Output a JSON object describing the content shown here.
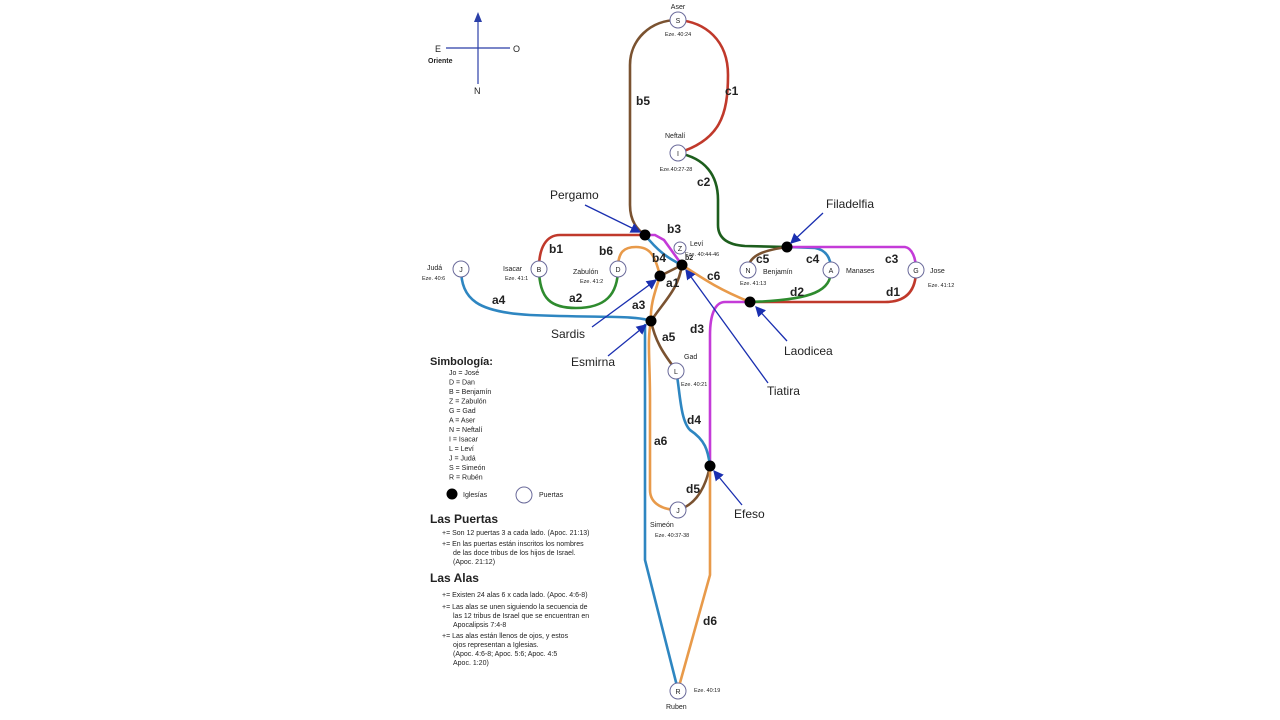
{
  "compass": {
    "east": "E",
    "west": "O",
    "north": "N",
    "sub_label": "Oriente"
  },
  "gates": [
    {
      "id": "S",
      "name": "Aser",
      "ref": "Eze. 40:24"
    },
    {
      "id": "I",
      "name": "Neftalí",
      "ref": "Eze.40:27-28"
    },
    {
      "id": "Z",
      "name": "Leví",
      "ref": "Eze. 40:44-46"
    },
    {
      "id": "D",
      "name": "Zabulón",
      "ref": "Eze. 41:2"
    },
    {
      "id": "B",
      "name": "Isacar",
      "ref": "Eze. 41:1"
    },
    {
      "id": "J",
      "name": "Judá",
      "ref": "Eze. 40:6"
    },
    {
      "id": "N",
      "name": "Benjamín",
      "ref": "Eze. 41:13"
    },
    {
      "id": "A",
      "name": "Manases",
      "ref": ""
    },
    {
      "id": "G",
      "name": "Jose",
      "ref": "Eze. 41:12"
    },
    {
      "id": "L",
      "name": "Gad",
      "ref": "Eze. 40:21"
    },
    {
      "id": "J",
      "name": "Simeón",
      "ref": "Eze. 40:37-38"
    },
    {
      "id": "R",
      "name": "Ruben",
      "ref": "Eze. 40:19"
    }
  ],
  "segments": [
    {
      "label": "c1",
      "color": "#c0392b"
    },
    {
      "label": "b5",
      "color": "#7a5230"
    },
    {
      "label": "c2",
      "color": "#1d5e1d"
    },
    {
      "label": "b3",
      "color": "#c43bd8"
    },
    {
      "label": "b1",
      "color": "#c0392b"
    },
    {
      "label": "b6",
      "color": "#e89a4a"
    },
    {
      "label": "b4",
      "color": "#e89a4a"
    },
    {
      "label": "b2",
      "color": "#2e86c1"
    },
    {
      "label": "c6",
      "color": "#7a5230"
    },
    {
      "label": "a1",
      "color": "#7a5230"
    },
    {
      "label": "a2",
      "color": "#2e8b2e"
    },
    {
      "label": "a3",
      "color": "#e89a4a"
    },
    {
      "label": "a4",
      "color": "#2e86c1"
    },
    {
      "label": "a5",
      "color": "#7a5230"
    },
    {
      "label": "a6",
      "color": "#e89a4a"
    },
    {
      "label": "c5",
      "color": "#7a5230"
    },
    {
      "label": "c4",
      "color": "#2e86c1"
    },
    {
      "label": "c3",
      "color": "#c43bd8"
    },
    {
      "label": "d1",
      "color": "#c0392b"
    },
    {
      "label": "d2",
      "color": "#2e8b2e"
    },
    {
      "label": "d3",
      "color": "#c43bd8"
    },
    {
      "label": "d4",
      "color": "#2e86c1"
    },
    {
      "label": "d5",
      "color": "#7a5230"
    },
    {
      "label": "d6",
      "color": "#e89a4a"
    }
  ],
  "churches": [
    "Pergamo",
    "Filadelfia",
    "Sardis",
    "Esmirna",
    "Laodicea",
    "Tiatira",
    "Efeso"
  ],
  "arrow_color": "#1a2fb0",
  "legend": {
    "title": "Simbología:",
    "items": [
      "Jo = José",
      "D = Dan",
      "B = Benjamín",
      "Z = Zabulón",
      "G = Gad",
      "A = Aser",
      "N = Neftalí",
      "I = Isacar",
      "L = Leví",
      "J = Judá",
      "S = Simeón",
      "R = Rubén"
    ],
    "church_key": "Iglesías",
    "gate_key": "Puertas"
  },
  "puertas": {
    "title": "Las Puertas",
    "bullets": [
      "+= Son 12 puertas 3 a cada lado. (Apoc. 21:13)",
      "+= En las puertas están inscritos los nombres",
      "de las doce tribus de los hijos de Israel.",
      "(Apoc. 21:12)"
    ]
  },
  "alas": {
    "title": "Las Alas",
    "bullets": [
      "+= Existen 24 alas 6 x cada lado. (Apoc. 4:6-8)",
      "+= Las alas se unen siguiendo la secuencia de",
      "las 12 tribus de Israel que se encuentran en",
      "Apocalipsis 7:4-8",
      "+= Las alas están llenos de ojos, y estos",
      "ojos representan a Iglesias.",
      "(Apoc. 4:6-8; Apoc. 5:6; Apoc. 4:5",
      "Apoc. 1:20)"
    ]
  }
}
